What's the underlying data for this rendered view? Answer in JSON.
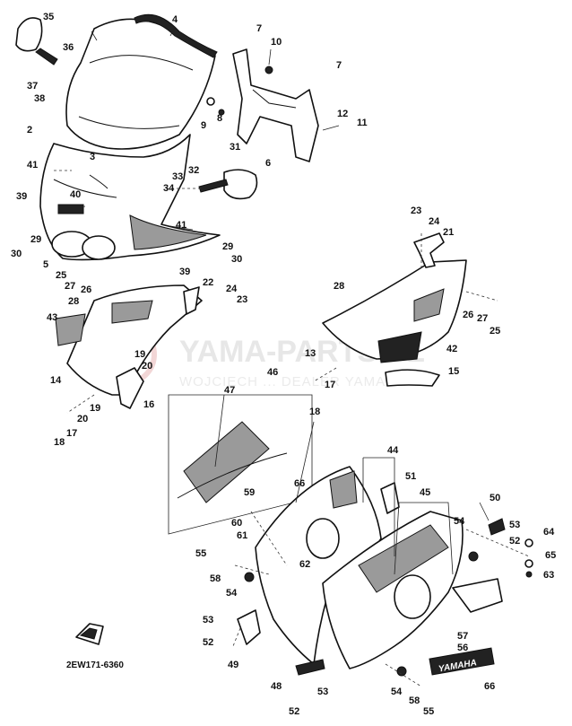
{
  "diagram": {
    "watermark_title": "YAMA-PARTS.PL",
    "watermark_subtitle": "WOJCIECH ... DEALER YAMAHA",
    "drawing_code": "2EW171-6360",
    "emblem_text": "YAMAHA",
    "callouts": [
      {
        "id": "c35",
        "text": "35"
      },
      {
        "id": "c4",
        "text": "4"
      },
      {
        "id": "c7a",
        "text": "7"
      },
      {
        "id": "c10",
        "text": "10"
      },
      {
        "id": "c36",
        "text": "36"
      },
      {
        "id": "c7b",
        "text": "7"
      },
      {
        "id": "c37",
        "text": "37"
      },
      {
        "id": "c38",
        "text": "38"
      },
      {
        "id": "c9",
        "text": "9"
      },
      {
        "id": "c8",
        "text": "8"
      },
      {
        "id": "c12",
        "text": "12"
      },
      {
        "id": "c11",
        "text": "11"
      },
      {
        "id": "c2",
        "text": "2"
      },
      {
        "id": "c6",
        "text": "6"
      },
      {
        "id": "c3",
        "text": "3"
      },
      {
        "id": "c31",
        "text": "31"
      },
      {
        "id": "c41a",
        "text": "41"
      },
      {
        "id": "c34",
        "text": "34"
      },
      {
        "id": "c33",
        "text": "33"
      },
      {
        "id": "c32",
        "text": "32"
      },
      {
        "id": "c39a",
        "text": "39"
      },
      {
        "id": "c40",
        "text": "40"
      },
      {
        "id": "c41b",
        "text": "41"
      },
      {
        "id": "c23a",
        "text": "23"
      },
      {
        "id": "c24a",
        "text": "24"
      },
      {
        "id": "c30a",
        "text": "30"
      },
      {
        "id": "c29a",
        "text": "29"
      },
      {
        "id": "c21",
        "text": "21"
      },
      {
        "id": "c5",
        "text": "5"
      },
      {
        "id": "c29b",
        "text": "29"
      },
      {
        "id": "c30b",
        "text": "30"
      },
      {
        "id": "c25a",
        "text": "25"
      },
      {
        "id": "c39b",
        "text": "39"
      },
      {
        "id": "c27a",
        "text": "27"
      },
      {
        "id": "c26a",
        "text": "26"
      },
      {
        "id": "c22",
        "text": "22"
      },
      {
        "id": "c24b",
        "text": "24"
      },
      {
        "id": "c28a",
        "text": "28"
      },
      {
        "id": "c23b",
        "text": "23"
      },
      {
        "id": "c28b",
        "text": "28"
      },
      {
        "id": "c26b",
        "text": "26"
      },
      {
        "id": "c27b",
        "text": "27"
      },
      {
        "id": "c43",
        "text": "43"
      },
      {
        "id": "c25b",
        "text": "25"
      },
      {
        "id": "c13",
        "text": "13"
      },
      {
        "id": "c42",
        "text": "42"
      },
      {
        "id": "c14",
        "text": "14"
      },
      {
        "id": "c46",
        "text": "46"
      },
      {
        "id": "c19a",
        "text": "19"
      },
      {
        "id": "c15",
        "text": "15"
      },
      {
        "id": "c47",
        "text": "47"
      },
      {
        "id": "c20a",
        "text": "20"
      },
      {
        "id": "c17a",
        "text": "17"
      },
      {
        "id": "c16",
        "text": "16"
      },
      {
        "id": "c18a",
        "text": "18"
      },
      {
        "id": "c19b",
        "text": "19"
      },
      {
        "id": "c20b",
        "text": "20"
      },
      {
        "id": "c17b",
        "text": "17"
      },
      {
        "id": "c18b",
        "text": "18"
      },
      {
        "id": "c44",
        "text": "44"
      },
      {
        "id": "c51",
        "text": "51"
      },
      {
        "id": "c66a",
        "text": "66"
      },
      {
        "id": "c45",
        "text": "45"
      },
      {
        "id": "c59",
        "text": "59"
      },
      {
        "id": "c50",
        "text": "50"
      },
      {
        "id": "c60",
        "text": "60"
      },
      {
        "id": "c61",
        "text": "61"
      },
      {
        "id": "c54a",
        "text": "54"
      },
      {
        "id": "c53a",
        "text": "53"
      },
      {
        "id": "c64",
        "text": "64"
      },
      {
        "id": "c52a",
        "text": "52"
      },
      {
        "id": "c55a",
        "text": "55"
      },
      {
        "id": "c65",
        "text": "65"
      },
      {
        "id": "c62",
        "text": "62"
      },
      {
        "id": "c58a",
        "text": "58"
      },
      {
        "id": "c63",
        "text": "63"
      },
      {
        "id": "c54b",
        "text": "54"
      },
      {
        "id": "c53b",
        "text": "53"
      },
      {
        "id": "c52b",
        "text": "52"
      },
      {
        "id": "c57",
        "text": "57"
      },
      {
        "id": "c56",
        "text": "56"
      },
      {
        "id": "c49",
        "text": "49"
      },
      {
        "id": "c48",
        "text": "48"
      },
      {
        "id": "c53c",
        "text": "53"
      },
      {
        "id": "c54c",
        "text": "54"
      },
      {
        "id": "c66b",
        "text": "66"
      },
      {
        "id": "c58b",
        "text": "58"
      },
      {
        "id": "c52c",
        "text": "52"
      },
      {
        "id": "c55b",
        "text": "55"
      }
    ]
  }
}
